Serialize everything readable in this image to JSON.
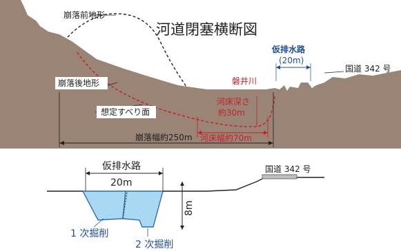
{
  "title": "河道閉塞横断図",
  "upper": {
    "label_before": "崩落前地形",
    "label_after": "崩落後地形",
    "label_slip": "想定すべり面",
    "river_name": "磐井川",
    "riverbed_depth_line1": "河床深さ",
    "riverbed_depth_line2": "約30m",
    "collapse_width": "崩落幅約250m",
    "riverbed_width": "河床幅約70m",
    "channel_label": "仮排水路",
    "channel_width": "(20m)",
    "road_label": "国道 342 号"
  },
  "lower": {
    "channel_label": "仮排水路",
    "channel_width": "20m",
    "road_label": "国道 342 号",
    "depth_label": "8m",
    "excavation_1": "1 次掘削",
    "excavation_2": "2 次掘削"
  },
  "colors": {
    "ground": "#9a8475",
    "ground_dark": "#7f6a5c",
    "red": "#c81e28",
    "blue": "#1b4f9c",
    "water": "#a9d9f2",
    "water_edge": "#2a6fb0"
  }
}
